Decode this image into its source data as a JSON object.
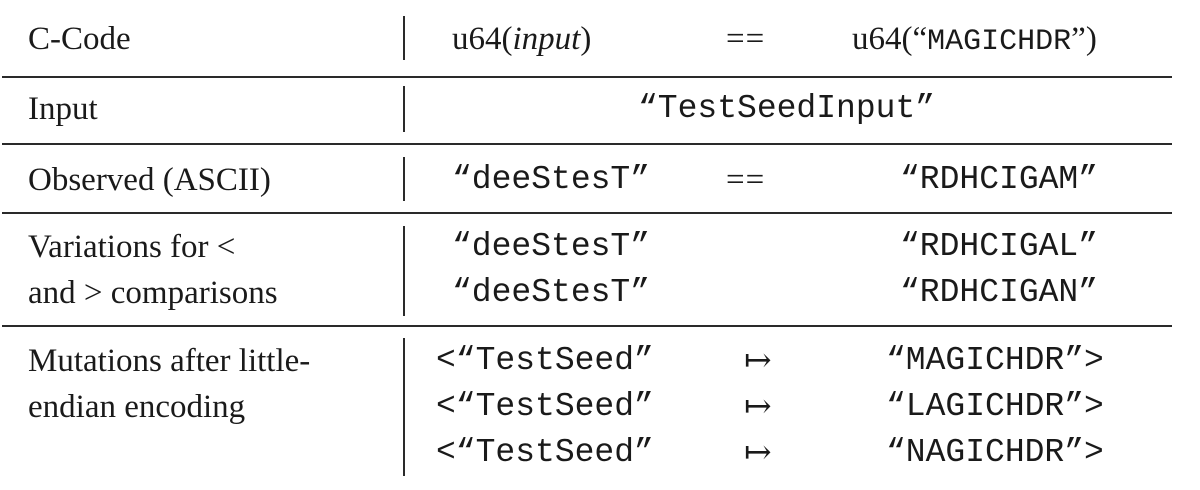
{
  "rows": {
    "ccode": {
      "label": "C-Code",
      "left_prefix": "u64(",
      "left_arg": "input",
      "left_suffix": ")",
      "op": "==",
      "right_prefix": "u64(“",
      "right_arg": "MAGICHDR",
      "right_suffix": "”)"
    },
    "input": {
      "label": "Input",
      "value": "“TestSeedInput”"
    },
    "observed": {
      "label": "Observed (ASCII)",
      "left": "“deeStesT”",
      "op": "==",
      "right": "“RDHCIGAM”"
    },
    "variations": {
      "label_line1": "Variations for <",
      "label_line2": "and > comparisons",
      "lines": [
        {
          "left": "“deeStesT”",
          "right": "“RDHCIGAL”"
        },
        {
          "left": "“deeStesT”",
          "right": "“RDHCIGAN”"
        }
      ]
    },
    "mutations": {
      "label_line1": "Mutations after little-",
      "label_line2": "endian encoding",
      "arrow": "↦",
      "lines": [
        {
          "left": "<“TestSeed”",
          "right": "“MAGICHDR”>"
        },
        {
          "left": "<“TestSeed”",
          "right": "“LAGICHDR”>"
        },
        {
          "left": "<“TestSeed”",
          "right": "“NAGICHDR”>"
        }
      ]
    }
  }
}
